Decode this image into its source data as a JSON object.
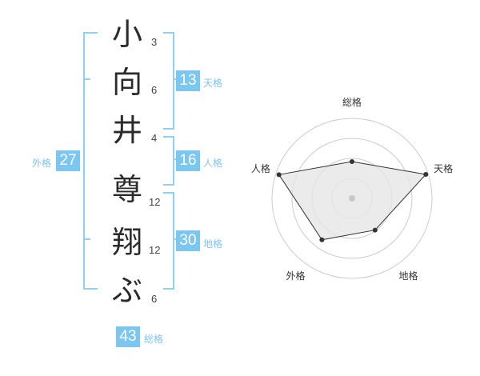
{
  "name_chars": [
    "小",
    "向",
    "井",
    "尊",
    "翔",
    "ぶ"
  ],
  "stroke_counts": [
    "3",
    "6",
    "4",
    "12",
    "12",
    "6"
  ],
  "fortunes": {
    "tenkaku": {
      "value": "13",
      "label": "天格"
    },
    "jinkaku": {
      "value": "16",
      "label": "人格"
    },
    "chikaku": {
      "value": "30",
      "label": "地格"
    },
    "gaikaku": {
      "value": "27",
      "label": "外格"
    },
    "soukaku": {
      "value": "43",
      "label": "総格"
    }
  },
  "chart_data": {
    "type": "radar",
    "axes": [
      "総格",
      "天格",
      "地格",
      "外格",
      "人格"
    ],
    "values": [
      0.46,
      0.97,
      0.49,
      0.64,
      0.96
    ],
    "range": [
      0,
      1
    ],
    "rings": 4,
    "colors": {
      "fill": "#e6e6e6",
      "line": "#333333",
      "grid": "#cccccc",
      "center": "#c8c8c8"
    }
  }
}
